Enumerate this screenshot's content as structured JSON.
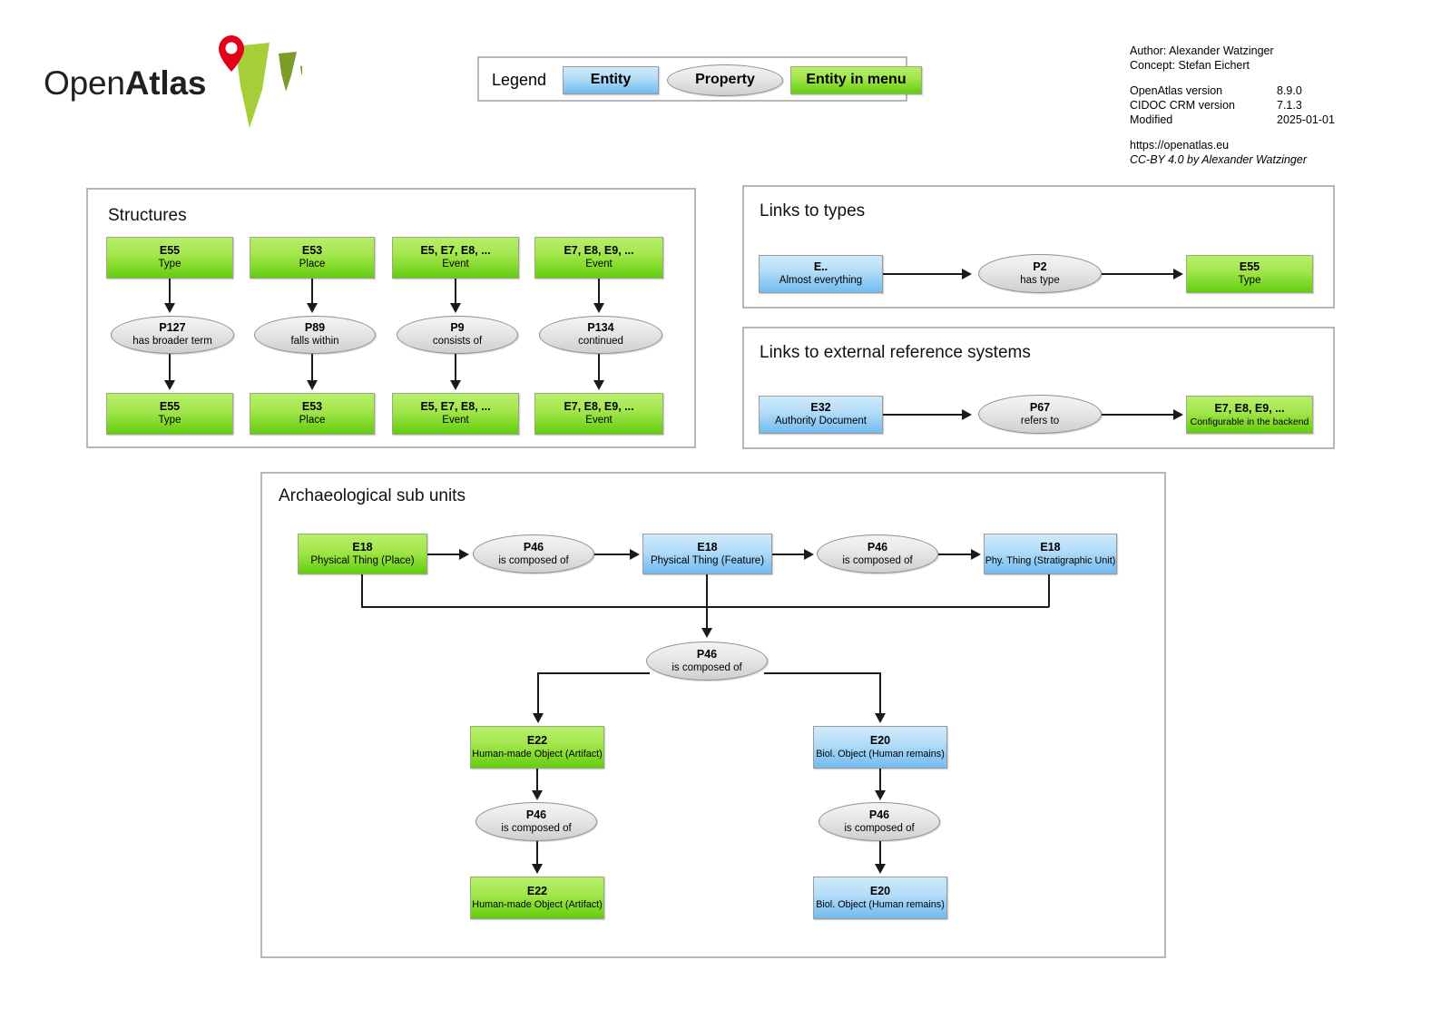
{
  "logo": {
    "text_light": "Open",
    "text_bold": "Atlas",
    "marker_icon": "map-pin-icon"
  },
  "meta": {
    "author_line": "Author: Alexander Watzinger",
    "concept_line": "Concept: Stefan Eichert",
    "openatlas_version_label": "OpenAtlas version",
    "openatlas_version_value": "8.9.0",
    "cidoc_version_label": "CIDOC CRM version",
    "cidoc_version_value": "7.1.3",
    "modified_label": "Modified",
    "modified_value": "2025-01-01",
    "url": "https://openatlas.eu",
    "license": "CC-BY 4.0 by Alexander Watzinger"
  },
  "legend": {
    "title": "Legend",
    "entity": "Entity",
    "property": "Property",
    "entity_in_menu": "Entity in menu"
  },
  "colors": {
    "entity_blue_top": "#cfeafb",
    "entity_blue_bottom": "#73bcf0",
    "menu_green_top": "#b7ee6b",
    "menu_green_bottom": "#63cc10",
    "property_grey_top": "#f3f3f3",
    "property_grey_bottom": "#cfcfcf",
    "panel_border": "#b7b7b7",
    "connector": "#1a1a1a",
    "logo_green": "#a6ce39",
    "logo_pin_red": "#e2001a"
  },
  "panels": {
    "structures": {
      "title": "Structures",
      "columns": [
        {
          "top": {
            "code": "E55",
            "label": "Type",
            "kind": "menu"
          },
          "middle": {
            "code": "P127",
            "label": "has broader term",
            "kind": "property"
          },
          "bottom": {
            "code": "E55",
            "label": "Type",
            "kind": "menu"
          }
        },
        {
          "top": {
            "code": "E53",
            "label": "Place",
            "kind": "menu"
          },
          "middle": {
            "code": "P89",
            "label": "falls within",
            "kind": "property"
          },
          "bottom": {
            "code": "E53",
            "label": "Place",
            "kind": "menu"
          }
        },
        {
          "top": {
            "code": "E5, E7, E8, ...",
            "label": "Event",
            "kind": "menu"
          },
          "middle": {
            "code": "P9",
            "label": "consists of",
            "kind": "property"
          },
          "bottom": {
            "code": "E5, E7, E8, ...",
            "label": "Event",
            "kind": "menu"
          }
        },
        {
          "top": {
            "code": "E7, E8, E9, ...",
            "label": "Event",
            "kind": "menu"
          },
          "middle": {
            "code": "P134",
            "label": "continued",
            "kind": "property"
          },
          "bottom": {
            "code": "E7, E8, E9, ...",
            "label": "Event",
            "kind": "menu"
          }
        }
      ]
    },
    "links_to_types": {
      "title": "Links to types",
      "source": {
        "code": "E..",
        "label": "Almost everything",
        "kind": "entity"
      },
      "property": {
        "code": "P2",
        "label": "has type",
        "kind": "property"
      },
      "target": {
        "code": "E55",
        "label": "Type",
        "kind": "menu"
      }
    },
    "links_to_external": {
      "title": "Links to external reference systems",
      "source": {
        "code": "E32",
        "label": "Authority Document",
        "kind": "entity"
      },
      "property": {
        "code": "P67",
        "label": "refers to",
        "kind": "property"
      },
      "target": {
        "code": "E7, E8, E9, ...",
        "label": "Configurable in the backend",
        "kind": "menu"
      }
    },
    "archaeological": {
      "title": "Archaeological sub units",
      "row1": {
        "place": {
          "code": "E18",
          "label": "Physical Thing (Place)",
          "kind": "menu"
        },
        "prop1": {
          "code": "P46",
          "label": "is composed of",
          "kind": "property"
        },
        "feature": {
          "code": "E18",
          "label": "Physical Thing (Feature)",
          "kind": "entity"
        },
        "prop2": {
          "code": "P46",
          "label": "is composed of",
          "kind": "property"
        },
        "strat_unit": {
          "code": "E18",
          "label": "Phy. Thing (Stratigraphic Unit)",
          "kind": "entity"
        }
      },
      "hub": {
        "code": "P46",
        "label": "is composed of",
        "kind": "property"
      },
      "left_branch": {
        "top": {
          "code": "E22",
          "label": "Human-made Object (Artifact)",
          "kind": "menu"
        },
        "middle": {
          "code": "P46",
          "label": "is composed of",
          "kind": "property"
        },
        "bottom": {
          "code": "E22",
          "label": "Human-made Object (Artifact)",
          "kind": "menu"
        }
      },
      "right_branch": {
        "top": {
          "code": "E20",
          "label": "Biol. Object (Human remains)",
          "kind": "entity"
        },
        "middle": {
          "code": "P46",
          "label": "is composed of",
          "kind": "property"
        },
        "bottom": {
          "code": "E20",
          "label": "Biol. Object (Human remains)",
          "kind": "entity"
        }
      }
    }
  }
}
